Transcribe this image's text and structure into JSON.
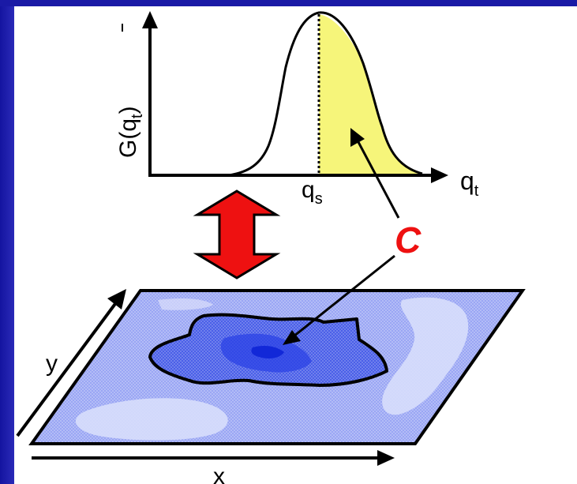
{
  "diagram": {
    "y_axis_label_main": "G(q",
    "y_axis_label_sub": "t",
    "y_axis_label_close": ")",
    "x_axis_label_main": "q",
    "x_axis_label_sub": "t",
    "threshold_label_main": "q",
    "threshold_label_sub": "s",
    "region_label": "C",
    "plane_y_label": "y",
    "plane_x_label": "x"
  },
  "colors": {
    "background": "#1a1aa6",
    "shaded_area": "#f6f57a",
    "double_arrow": "#ee1111",
    "region_label": "#ee1111",
    "plane_fill": "#8f9cf2",
    "plane_light": "#c8cff9",
    "patch_fill": "#5b6cec",
    "patch_core": "#1f35e6"
  }
}
